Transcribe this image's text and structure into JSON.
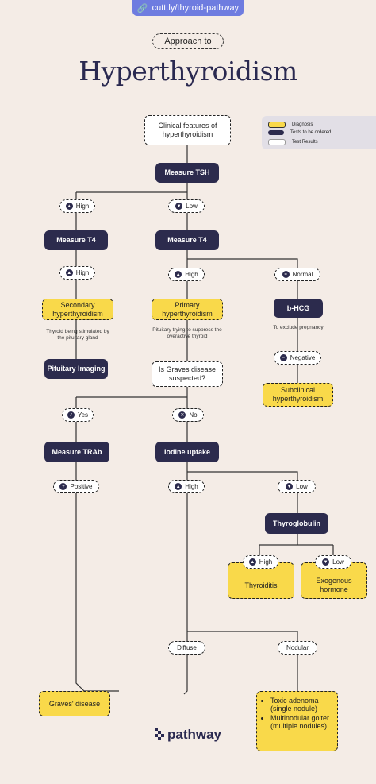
{
  "url": "cutt.ly/thyroid-pathway",
  "subtitle": "Approach to",
  "title": "Hyperthyroidism",
  "legend": {
    "diagnosis": "Diagnosis",
    "tests": "Tests to be ordered",
    "results": "Test Results"
  },
  "colors": {
    "dark": "#2c2b4d",
    "yellow": "#f9d94a",
    "background": "#f4ece6",
    "accent": "#6e7ce0"
  },
  "nodes": {
    "clinical": "Clinical features of hyperthyroidism",
    "tsh": "Measure TSH",
    "tsh_high": "High",
    "tsh_low": "Low",
    "t4_left": "Measure T4",
    "t4_right": "Measure T4",
    "left_high": "High",
    "right_high": "High",
    "right_normal": "Normal",
    "secondary": "Secondary hyperthyroidism",
    "secondary_note": "Thyroid being stimulated by the pituitary gland",
    "primary": "Primary hyperthyroidism",
    "primary_note": "Pituitary trying to suppress the overactive thyroid",
    "bhcg": "b-HCG",
    "bhcg_note": "To exclude pregnancy",
    "negative": "Negative",
    "subclinical": "Subclinical hyperthyroidism",
    "pit_imaging": "Pituitary Imaging",
    "graves_q": "Is Graves disease suspected?",
    "yes": "Yes",
    "no": "No",
    "trab": "Measure TRAb",
    "iodine": "Iodine uptake",
    "positive": "Positive",
    "iod_high": "High",
    "iod_low": "Low",
    "thyroglobulin": "Thyroglobulin",
    "thy_high": "High",
    "thy_low": "Low",
    "thyroiditis": "Thyroiditis",
    "exogenous": "Exogenous hormone",
    "diffuse": "Diffuse",
    "nodular": "Nodular",
    "graves": "Graves' disease",
    "toxic_adenoma": "Toxic adenoma",
    "toxic_adenoma_sub": "(single nodule)",
    "multinodular": "Multinodular goiter",
    "multinodular_sub": "(multiple nodules)"
  },
  "logo": "pathway",
  "icons": {
    "link": "link-icon",
    "up": "arrow-up-icon",
    "down": "arrow-down-icon",
    "equal": "equal-icon",
    "minus": "minus-icon",
    "check": "check-icon",
    "cross": "cross-icon",
    "plus": "plus-icon"
  }
}
